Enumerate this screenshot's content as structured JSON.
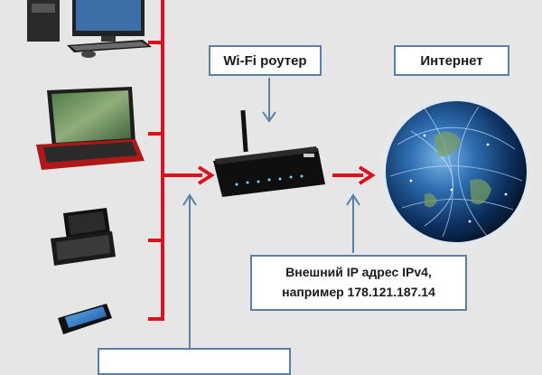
{
  "labels": {
    "router": "Wi-Fi роутер",
    "internet": "Интернет",
    "external_ip_line1": "Внешний IP адрес IPv4,",
    "external_ip_line2": "например 178.121.187.14"
  },
  "devices": [
    {
      "id": "desktop-pc",
      "icon": "desktop-computer-icon"
    },
    {
      "id": "laptop",
      "icon": "laptop-icon"
    },
    {
      "id": "slider-phone",
      "icon": "smartphone-keyboard-icon"
    },
    {
      "id": "smartphone",
      "icon": "smartphone-icon"
    }
  ],
  "colors": {
    "connection_line": "#e0101a",
    "callout_arrow": "#5b7fa6",
    "box_border": "#5b7fa6",
    "background": "#e6e6e6"
  }
}
